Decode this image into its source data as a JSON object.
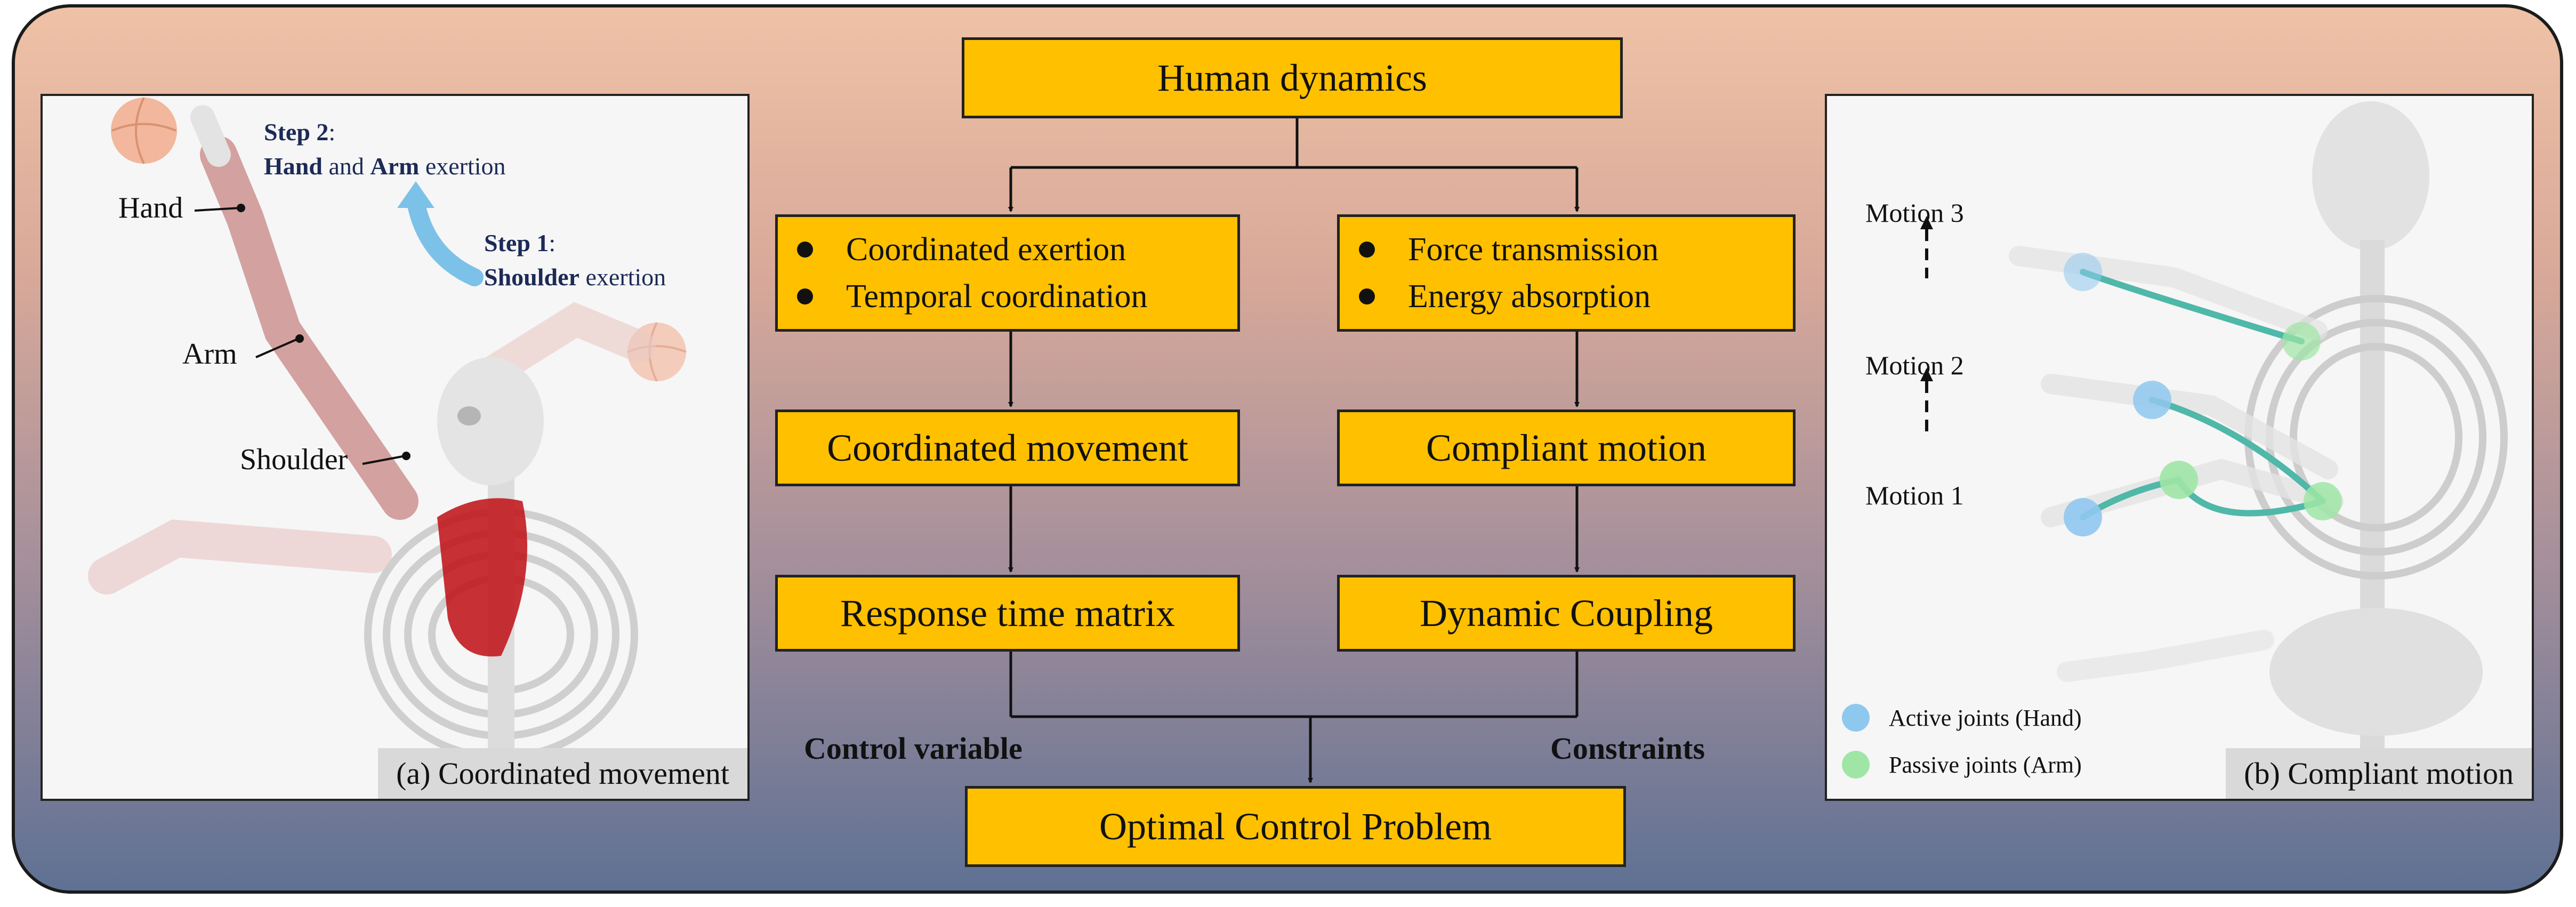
{
  "flowchart": {
    "top": "Human dynamics",
    "left_features": [
      "Coordinated exertion",
      "Temporal coordination"
    ],
    "right_features": [
      "Force transmission",
      "Energy absorption"
    ],
    "left_mid": "Coordinated movement",
    "right_mid": "Compliant motion",
    "left_bottom": "Response time matrix",
    "right_bottom": "Dynamic Coupling",
    "left_edge_label": "Control variable",
    "right_edge_label": "Constraints",
    "final": "Optimal Control Problem"
  },
  "panel_a": {
    "caption": "(a) Coordinated movement",
    "labels": {
      "hand": "Hand",
      "arm": "Arm",
      "shoulder": "Shoulder"
    },
    "step2": {
      "prefix": "Step 2",
      "colon": ":",
      "line2_a": "Hand",
      "line2_b": " and ",
      "line2_c": "Arm",
      "line2_d": " exertion"
    },
    "step1": {
      "prefix": "Step 1",
      "colon": ":",
      "line2_a": "Shoulder",
      "line2_b": " exertion"
    }
  },
  "panel_b": {
    "caption": "(b) Compliant motion",
    "motions": [
      "Motion 3",
      "Motion 2",
      "Motion 1"
    ],
    "legend": [
      {
        "label": "Active joints (Hand)",
        "color": "#8fc8ef"
      },
      {
        "label": "Passive joints (Arm)",
        "color": "#9fe6a6"
      }
    ]
  },
  "colors": {
    "box": "#ffc000",
    "muscle": "#c0161b",
    "arrow_teal": "#4fb8a8"
  }
}
